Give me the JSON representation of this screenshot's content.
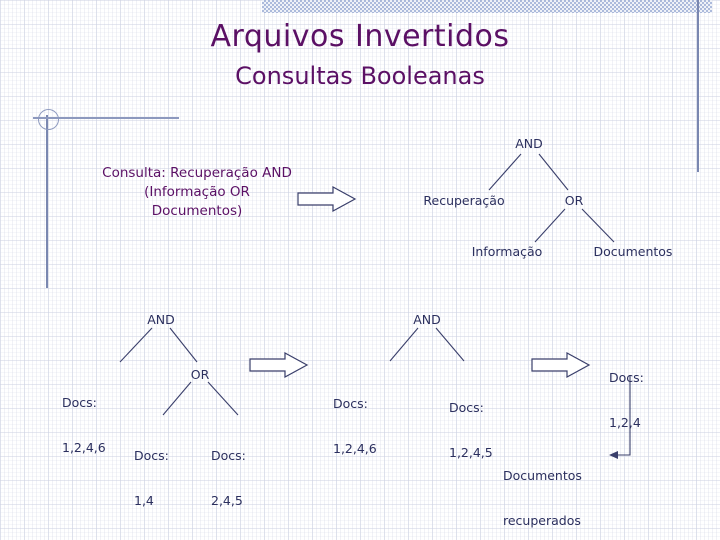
{
  "slide": {
    "title_main": "Arquivos Invertidos",
    "title_sub": "Consultas Booleanas",
    "title_color": "#5B1065",
    "node_color": "#2B2F5E",
    "background": "#FFFFFF"
  },
  "query": {
    "line1": "Consulta: Recuperação AND",
    "line2": "(Informação OR",
    "line3": "Documentos)"
  },
  "tree_parse": {
    "root": "AND",
    "left_child": "Recuperação",
    "right_child": "OR",
    "or_left": "Informação",
    "or_right": "Documentos"
  },
  "tree_postings": {
    "root": "AND",
    "left_child_l1": "Docs:",
    "left_child_l2": "1,2,4,6",
    "right_child": "OR",
    "or_left_l1": "Docs:",
    "or_left_l2": "1,4",
    "or_right_l1": "Docs:",
    "or_right_l2": "2,4,5"
  },
  "tree_merged": {
    "root": "AND",
    "left_child_l1": "Docs:",
    "left_child_l2": "1,2,4,6",
    "right_child_l1": "Docs:",
    "right_child_l2": "1,2,4,5"
  },
  "result": {
    "docs_label": "Docs:",
    "docs_value": "1,2,4",
    "caption_l1": "Documentos",
    "caption_l2": "recuperados"
  },
  "arrows": {
    "arrow1_name": "block-arrow-right",
    "arrow2_name": "block-arrow-right",
    "arrow3_name": "block-arrow-right",
    "result_arrow_name": "elbow-arrow-left"
  }
}
